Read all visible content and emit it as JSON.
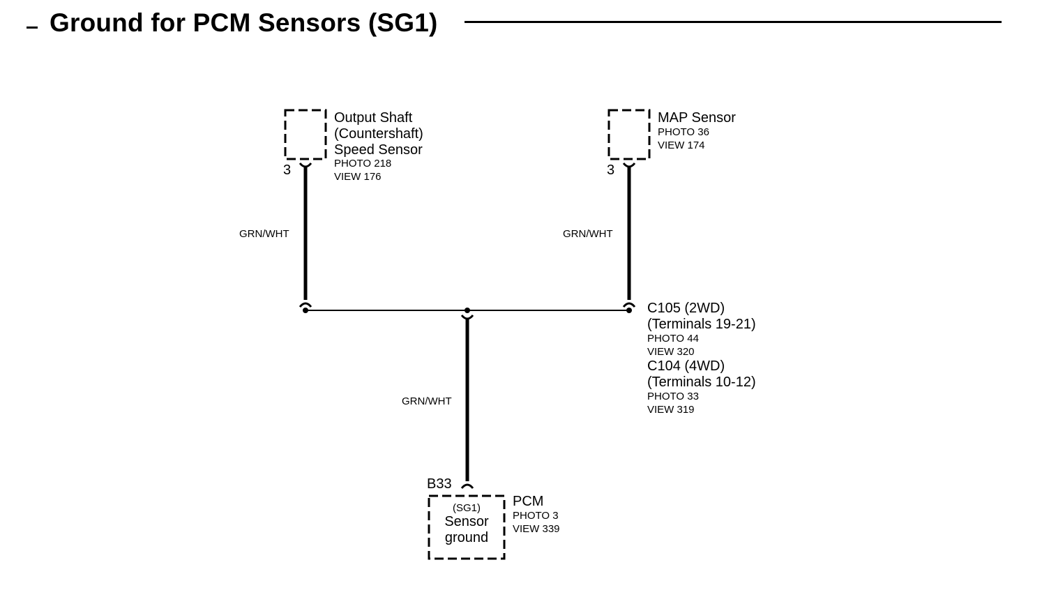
{
  "title": "Ground for PCM Sensors (SG1)",
  "components": {
    "output_shaft_sensor": {
      "name_lines": [
        "Output Shaft",
        "(Countershaft)",
        "Speed Sensor"
      ],
      "photo": "PHOTO 218",
      "view": "VIEW 176",
      "pin": "3"
    },
    "map_sensor": {
      "name_lines": [
        "MAP Sensor"
      ],
      "photo": "PHOTO 36",
      "view": "VIEW 174",
      "pin": "3"
    },
    "pcm": {
      "name": "PCM",
      "photo": "PHOTO 3",
      "view": "VIEW 339",
      "pin": "B33",
      "inner_lines": [
        "(SG1)",
        "Sensor",
        "ground"
      ]
    }
  },
  "connectors": [
    {
      "name": "C105 (2WD)",
      "terminals": "(Terminals 19-21)",
      "photo": "PHOTO 44",
      "view": "VIEW 320"
    },
    {
      "name": "C104 (4WD)",
      "terminals": "(Terminals 10-12)",
      "photo": "PHOTO 33",
      "view": "VIEW 319"
    }
  ],
  "wires": {
    "left": "GRN/WHT",
    "right": "GRN/WHT",
    "bottom": "GRN/WHT"
  }
}
